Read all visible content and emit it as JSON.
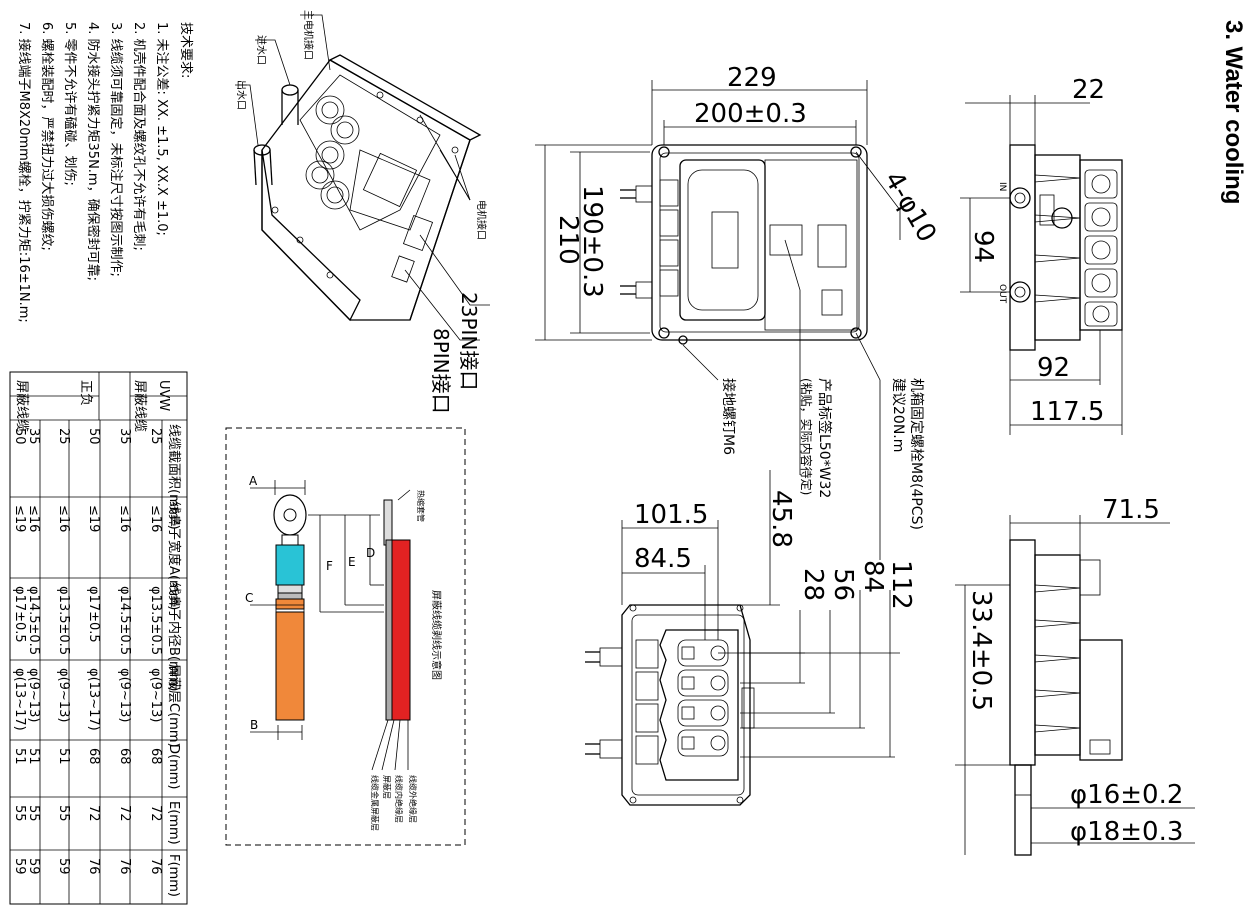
{
  "title": "3. Water cooling",
  "tech_requirements": {
    "heading": "技术要求:",
    "items": [
      "1. 未注公差: XX. ±1.5, XX.X ±1.0;",
      "2. 机壳件配合面及螺纹孔不允许有毛刺;",
      "3. 线缆须可靠固定，未标注尺寸按图示制作;",
      "4. 防水接头拧紧力矩35N.m，确保密封可靠;",
      "5. 零件不允许有磕碰、划伤;",
      "6. 螺栓装配时，严禁扭力过大损伤螺纹;",
      "7. 接线端子M8X20mm螺栓，拧紧力矩:16±1N.m;"
    ]
  },
  "iso_labels": {
    "main_motor_port": "主电机接口",
    "water_in": "进水口",
    "water_out": "出水口",
    "motor_port": "电机接口",
    "pin23": "23PIN接口",
    "pin8": "8PIN接口"
  },
  "front_view": {
    "dim_229": "229",
    "dim_200": "200±0.3",
    "dim_210": "210",
    "dim_190": "190±0.3",
    "holes": "4-φ10",
    "note_mount": "机箱固定螺栓M8(4PCS)",
    "note_torque": "建议20N.m",
    "note_label": "产品标签L50*W32",
    "note_label2": "(粘贴，实际内容待定)",
    "note_ground": "接地螺钉M6"
  },
  "side_view": {
    "dim_22": "22",
    "dim_94": "94",
    "dim_92": "92",
    "dim_117": "117.5",
    "in": "IN",
    "out": "OUT"
  },
  "terminal_view": {
    "dim_101": "101.5",
    "dim_84": "84.5",
    "dim_45": "45.8",
    "dim_28": "28",
    "dim_56": "56",
    "dim_84b": "84",
    "dim_112": "112"
  },
  "pipe_view": {
    "dim_71": "71.5",
    "dim_33": "33.4±0.5",
    "dim_16": "φ16±0.2",
    "dim_18": "φ18±0.3"
  },
  "cable_figure": {
    "label_a": "A",
    "label_b": "B",
    "label_c": "C",
    "label_d": "D",
    "label_e": "E",
    "label_f": "F",
    "caption": "屏蔽线缆剥线示意图",
    "note_top": "热缩套管",
    "notes_bottom": [
      "线缆金属屏蔽层",
      "屏蔽层",
      "线缆内绝缘层",
      "线缆外绝缘层"
    ]
  },
  "table": {
    "header": [
      "",
      "",
      "线缆截面积(mm²)",
      "线鼻子宽度A(mm)",
      "线鼻子内径B(mm)",
      "屏蔽层C(mm)",
      "D(mm)",
      "E(mm)",
      "F(mm)"
    ],
    "rows": [
      [
        "UVW",
        "屏蔽线缆",
        "25",
        "≤16",
        "φ13.5±0.5",
        "φ(9~13)",
        "68",
        "72",
        "76"
      ],
      [
        "",
        "",
        "35",
        "≤16",
        "φ14.5±0.5",
        "φ(9~13)",
        "68",
        "72",
        "76"
      ],
      [
        "",
        "",
        "50",
        "≤19",
        "φ17±0.5",
        "φ(13~17)",
        "68",
        "72",
        "76"
      ],
      [
        "正负",
        "屏蔽线缆",
        "25",
        "≤16",
        "φ13.5±0.5",
        "φ(9~13)",
        "51",
        "55",
        "59"
      ],
      [
        "",
        "",
        "35",
        "≤16",
        "φ14.5±0.5",
        "φ(9~13)",
        "51",
        "55",
        "59"
      ],
      [
        "",
        "",
        "50",
        "≤19",
        "φ17±0.5",
        "φ(13~17)",
        "51",
        "55",
        "59"
      ]
    ]
  }
}
